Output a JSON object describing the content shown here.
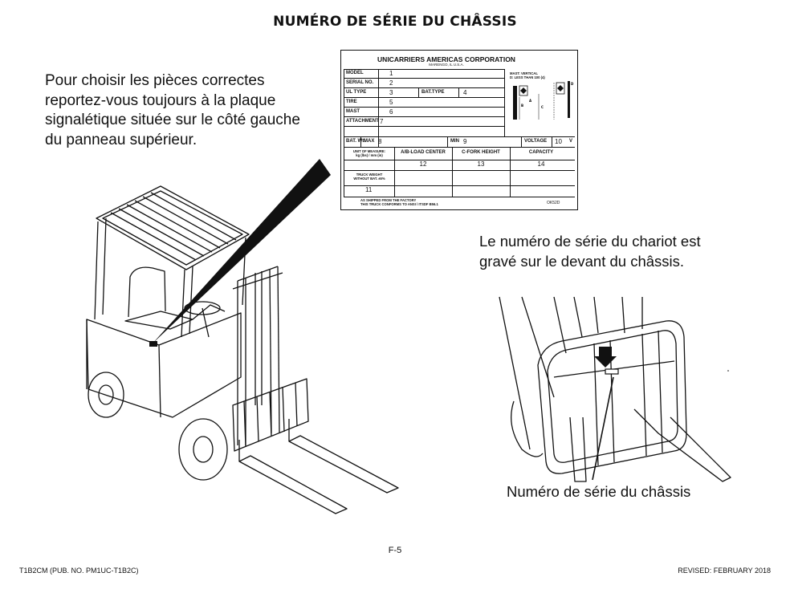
{
  "page": {
    "title": "NUMÉRO DE SÉRIE DU CHÂSSIS",
    "intro_lines": [
      "Pour choisir les pièces correctes",
      "reportez-vous toujours à la plaque",
      "signalétique située sur le côté gauche",
      "du panneau supérieur."
    ],
    "serial_note_lines": [
      "Le numéro de série du chariot est",
      "gravé sur le devant du châssis."
    ],
    "serial_caption": "Numéro de série du châssis",
    "page_number": "F-5",
    "footer_left": "T1B2CM (PUB. NO. PM1UC-T1B2C)",
    "footer_right": "REVISED: FEBRUARY 2018"
  },
  "nameplate": {
    "corporation": "UNICARRIERS AMERICAS CORPORATION",
    "location": "MARENGO, IL U.S.A.",
    "rows": [
      {
        "label": "MODEL",
        "value": "1"
      },
      {
        "label": "SERIAL NO.",
        "value": "2"
      },
      {
        "label": "UL TYPE",
        "value": "3"
      },
      {
        "label": "TIRE",
        "value": "5"
      },
      {
        "label": "MAST",
        "value": "6"
      },
      {
        "label": "ATTACHMENT",
        "value": "7"
      }
    ],
    "bat_type_label": "BAT.TYPE",
    "bat_type_value": "4",
    "mast_note": "MAST: VERTICAL\nD: LESS THAN 100 (4)",
    "bat_wt_label": "BAT. Wt.",
    "max_label": "MAX",
    "max_value": "8",
    "min_label": "MIN",
    "min_value": "9",
    "voltage_label": "VOLTAGE",
    "voltage_value": "10",
    "voltage_unit": "V",
    "unit_label": "UNIT OF MEASURE:\nkg (lbs) / mm (in)",
    "columns": [
      "A/B-LOAD CENTER",
      "C-FORK HEIGHT",
      "CAPACITY"
    ],
    "column_values": [
      "12",
      "13",
      "14"
    ],
    "truck_weight_label": "TRUCK WEIGHT\nWITHOUT BAT. ±5%",
    "truck_weight_value": "11",
    "shipped_label": "AS SHIPPED FROM THE FACTORY",
    "conform_label": "THIS TRUCK CONFORMS TO ANSI / ITSDF B56.1",
    "code": "OK52D",
    "diagram_letters": [
      "A",
      "B",
      "C",
      "D"
    ]
  }
}
